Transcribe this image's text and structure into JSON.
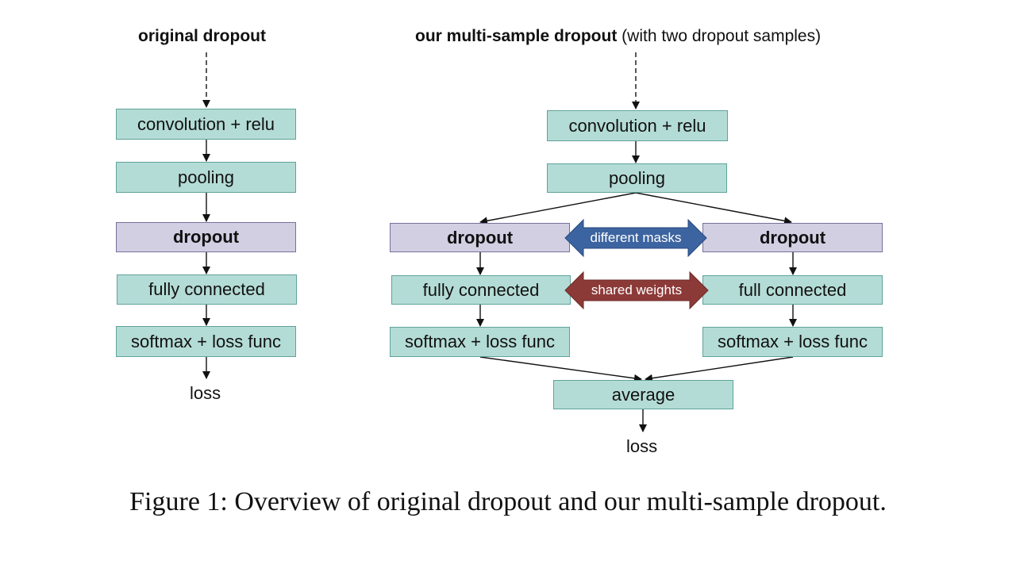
{
  "colors": {
    "box_fill": "#b4dcd6",
    "box_border": "#5fa39a",
    "dropout_fill": "#d2cfe3",
    "dropout_border": "#76719a",
    "masks_arrow": "#3c64a0",
    "weights_arrow": "#8c3a38",
    "line": "#111111"
  },
  "left": {
    "title": "original dropout",
    "conv": "convolution + relu",
    "pooling": "pooling",
    "dropout": "dropout",
    "fc": "fully connected",
    "softmax": "softmax + loss func",
    "loss": "loss"
  },
  "right": {
    "title_bold": "our multi-sample dropout",
    "title_rest": "(with two dropout samples)",
    "conv": "convolution + relu",
    "pooling": "pooling",
    "dropout_a": "dropout",
    "dropout_b": "dropout",
    "fc_a": "fully connected",
    "fc_b": "full connected",
    "softmax_a": "softmax + loss func",
    "softmax_b": "softmax + loss func",
    "average": "average",
    "loss": "loss",
    "masks_label": "different masks",
    "weights_label": "shared weights"
  },
  "caption": "Figure 1: Overview of original dropout and our multi-sample dropout."
}
